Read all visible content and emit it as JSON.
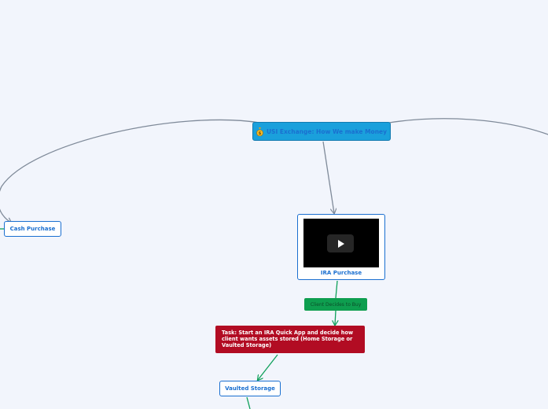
{
  "root": {
    "icon": "money-bag-icon",
    "label": "USI Exchange: How We make Money",
    "color": "#1aa0dc"
  },
  "children": {
    "cash_purchase": {
      "label": "Cash Purchase"
    },
    "ira_purchase": {
      "label": "IRA Purchase",
      "media": "video-play-icon"
    },
    "vaulted_storage": {
      "label": "Vaulted Storage"
    }
  },
  "relation": {
    "label": "Client Decides to Buy",
    "color": "#0e9e4f"
  },
  "task": {
    "label": "Task: Start an IRA Quick App and decide how client wants assets stored (Home Storage or Vaulted Storage)",
    "color": "#b20c23"
  },
  "colors": {
    "background": "#f2f5fc",
    "link": "#1a6fd0",
    "connector": "#7f8a99",
    "green_connector": "#0ea05a"
  }
}
